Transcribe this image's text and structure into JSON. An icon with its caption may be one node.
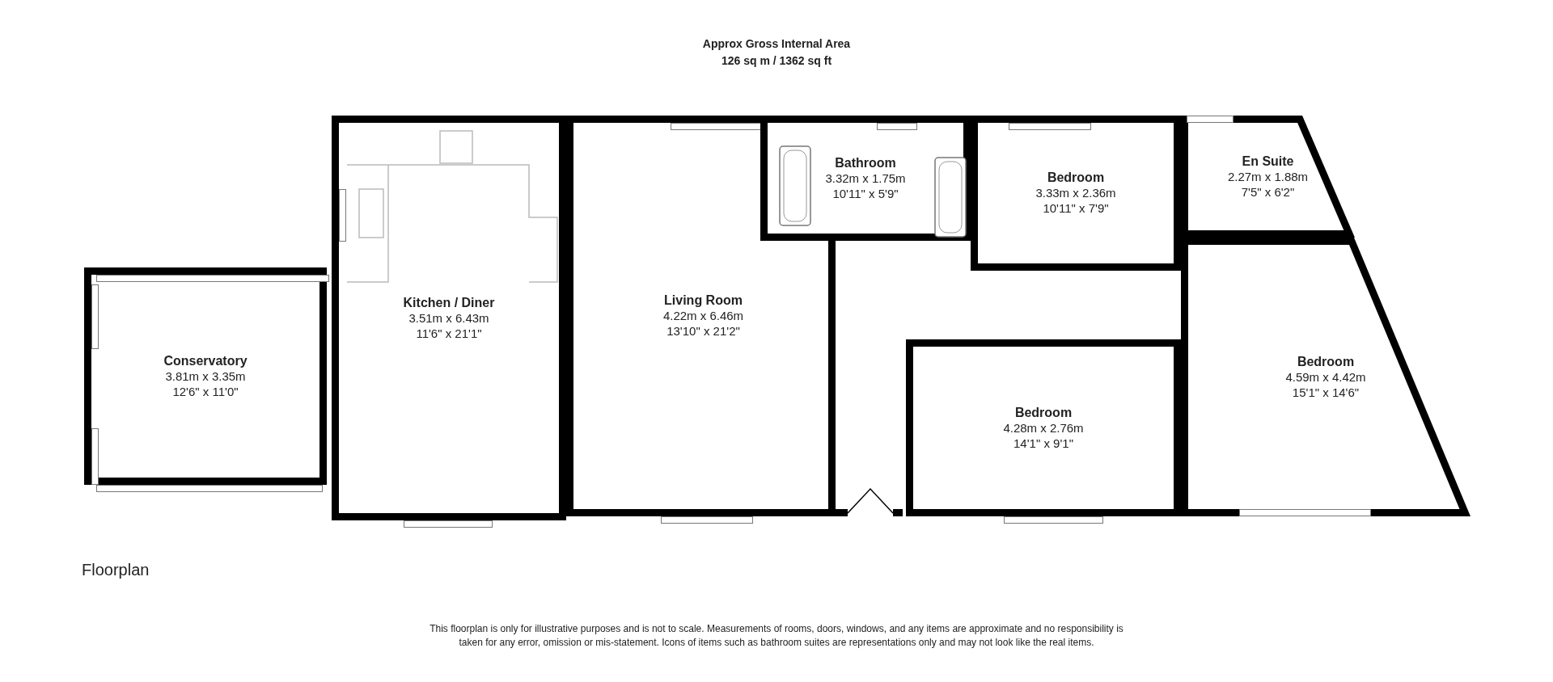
{
  "diagram": {
    "title": "Approx Gross Internal Area",
    "nodes": [
      {
        "text": [
          "Kitchen / Diner",
          "3.51m x 6.43m",
          "11'6\" x 21'1\""
        ]
      },
      {
        "text": [
          "Living Room",
          "4.22m x 6.46m",
          "13'10\" x 21'2\""
        ]
      },
      {
        "text": [
          "Bathroom",
          "3.32m x 1.75m",
          "10'11\" x 5'9\""
        ]
      },
      {
        "text": [
          "Bedroom",
          "3.33m x 2.36m",
          "10'11\" x 7'9\""
        ]
      },
      {
        "text": [
          "En Suite",
          "2.27m x 1.88m",
          "7'5\" x 6'2\""
        ]
      },
      {
        "text": [
          "Conservatory",
          "3.81m x 3.35m",
          "12'6\" x 11'0\""
        ]
      },
      {
        "text": [
          "Bedroom",
          "4.59m x 4.42m",
          "15'1\" x 14'6\""
        ]
      },
      {
        "text": [
          "Bedroom",
          "4.28m x 2.76m",
          "14'1\" x 9'1\""
        ]
      }
    ],
    "labels": [
      "126 sq m / 1362 sq ft",
      "Floorplan",
      "This floorplan is only for illustrative purposes and is not to scale. Measurements of rooms, doors, windows, and any items are approximate and no responsibility is taken for any error, omission or mis-statement. Icons of items such as bathroom suites are representations only and may not look like the real items."
    ]
  }
}
